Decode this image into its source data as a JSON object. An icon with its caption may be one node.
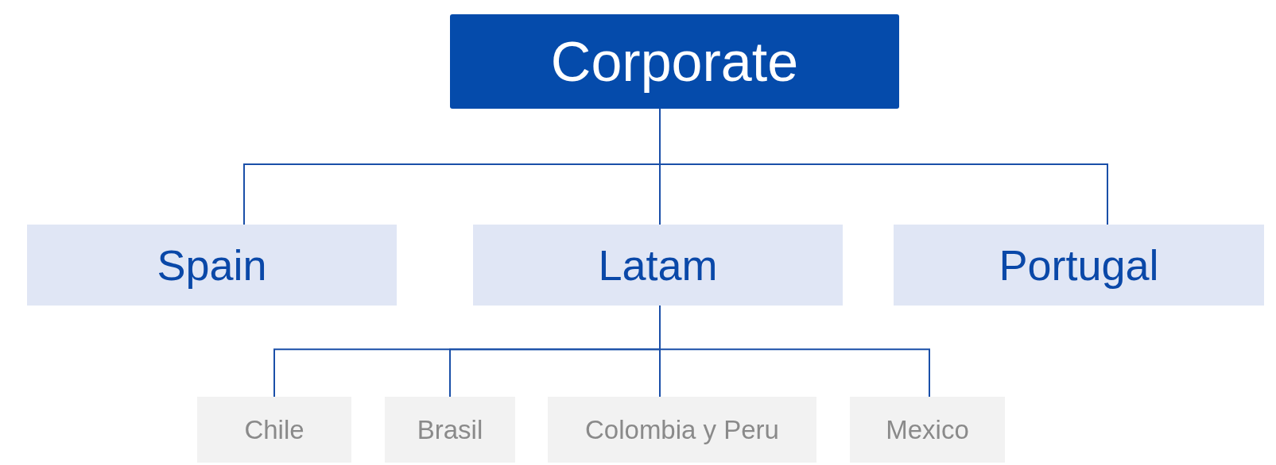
{
  "diagram": {
    "nodes": [
      {
        "text": [
          "Corporate"
        ]
      },
      {
        "text": [
          "Spain"
        ]
      },
      {
        "text": [
          "Latam"
        ]
      },
      {
        "text": [
          "Portugal"
        ]
      },
      {
        "text": [
          "Chile"
        ]
      },
      {
        "text": [
          "Brasil"
        ]
      },
      {
        "text": [
          "Colombia y Peru"
        ]
      },
      {
        "text": [
          "Mexico"
        ]
      }
    ],
    "edges": [
      {
        "from": 0,
        "to": 1,
        "arrow": "none"
      },
      {
        "from": 0,
        "to": 2,
        "arrow": "none"
      },
      {
        "from": 0,
        "to": 3,
        "arrow": "none"
      },
      {
        "from": 2,
        "to": 4,
        "arrow": "none"
      },
      {
        "from": 2,
        "to": 5,
        "arrow": "none"
      },
      {
        "from": 2,
        "to": 6,
        "arrow": "none"
      },
      {
        "from": 2,
        "to": 7,
        "arrow": "none"
      }
    ]
  }
}
